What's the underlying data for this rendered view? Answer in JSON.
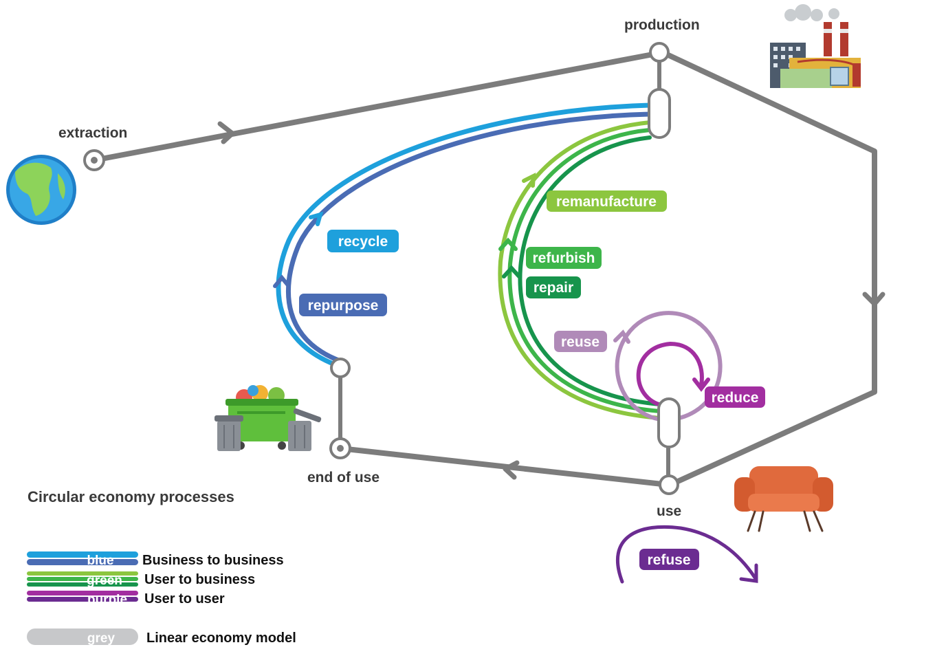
{
  "nodes": {
    "extraction": "extraction",
    "production": "production",
    "use": "use",
    "end_of_use": "end of use"
  },
  "processes": {
    "recycle": "recycle",
    "repurpose": "repurpose",
    "remanufacture": "remanufacture",
    "refurbish": "refurbish",
    "repair": "repair",
    "reuse": "reuse",
    "reduce": "reduce",
    "refuse": "refuse"
  },
  "legend": {
    "title": "Circular economy processes",
    "items": [
      {
        "swatch": "blue",
        "label": "Business to business"
      },
      {
        "swatch": "green",
        "label": "User to business"
      },
      {
        "swatch": "purple",
        "label": "User to user"
      },
      {
        "swatch": "grey",
        "label": "Linear economy model"
      }
    ]
  },
  "colors": {
    "linear": "#7c7c7c",
    "recycle": "#1ea0dc",
    "repurpose": "#4a6cb4",
    "remanufacture": "#8cc63f",
    "refurbish": "#3db54a",
    "repair": "#17944c",
    "reuse": "#b08ab8",
    "reduce": "#a22ea0",
    "refuse": "#6b2c91"
  },
  "icons": [
    "globe-icon",
    "factory-icon",
    "sofa-icon",
    "trash-bins-icon"
  ]
}
